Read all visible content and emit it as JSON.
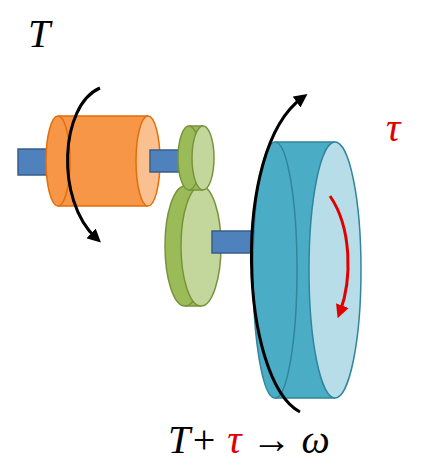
{
  "diagram": {
    "labels": [
      "T",
      "τ",
      "T+",
      "τ",
      "→ ω"
    ]
  }
}
